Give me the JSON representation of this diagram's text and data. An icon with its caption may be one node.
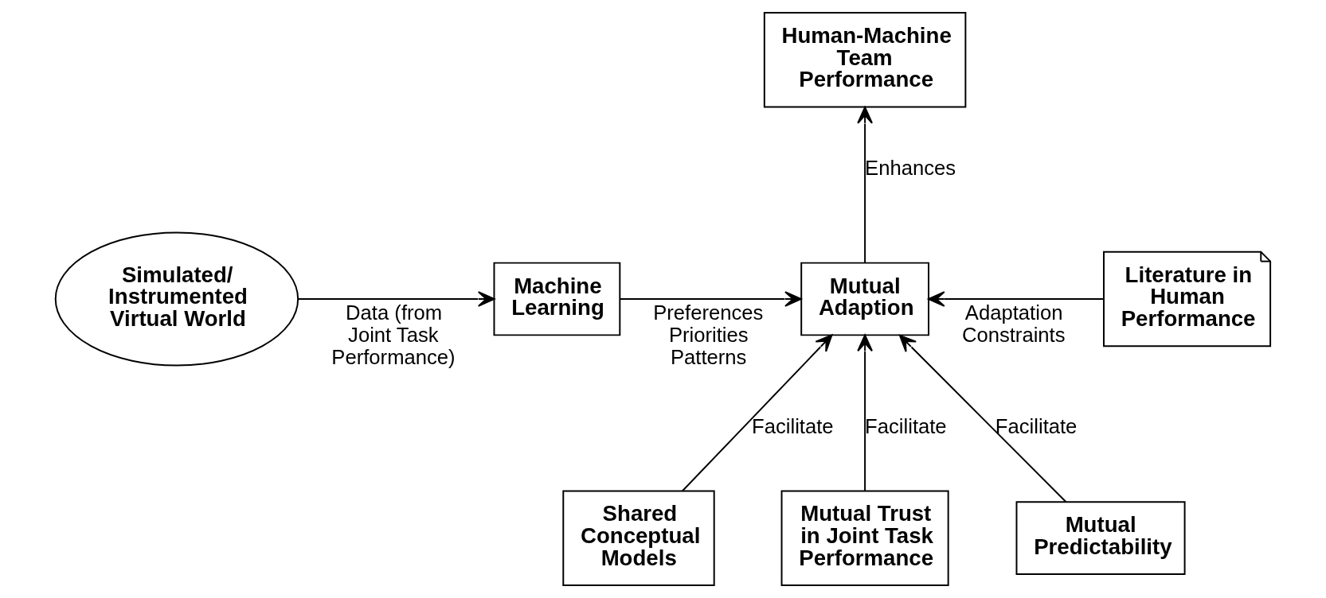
{
  "diagram": {
    "nodes": [
      {
        "text": [
          "Simulated/ Instrumented Virtual World"
        ]
      },
      {
        "text": [
          "Machine Learning"
        ]
      },
      {
        "text": [
          "Mutual Adaption"
        ]
      },
      {
        "text": [
          "Human-Machine Team Performance"
        ]
      },
      {
        "text": [
          "Literature in Human Performance"
        ]
      },
      {
        "text": [
          "Shared Conceptual Models"
        ]
      },
      {
        "text": [
          "Mutual Trust in Joint Task Performance"
        ]
      },
      {
        "text": [
          "Mutual Predictability"
        ]
      }
    ],
    "edges": [
      {
        "from": 0,
        "to": 1,
        "arrow": "to",
        "label": "Data (from Joint Task Performance)"
      },
      {
        "from": 1,
        "to": 2,
        "arrow": "to",
        "label": "Preferences Priorities Patterns"
      },
      {
        "from": 2,
        "to": 3,
        "arrow": "to",
        "label": "Enhances"
      },
      {
        "from": 4,
        "to": 2,
        "arrow": "to",
        "label": "Adaptation Constraints"
      },
      {
        "from": 5,
        "to": 2,
        "arrow": "to",
        "label": "Facilitate"
      },
      {
        "from": 6,
        "to": 2,
        "arrow": "to",
        "label": "Facilitate"
      },
      {
        "from": 7,
        "to": 2,
        "arrow": "to",
        "label": "Facilitate"
      }
    ]
  }
}
